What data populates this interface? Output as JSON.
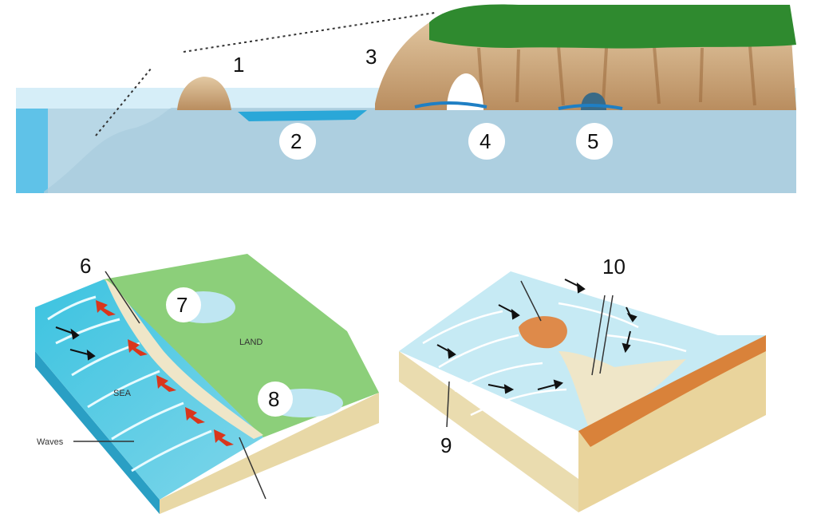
{
  "top_diagram": {
    "labels": {
      "n1": "1",
      "n2": "2",
      "n3": "3",
      "n4": "4",
      "n5": "5"
    }
  },
  "bottom_left_diagram": {
    "labels": {
      "n6": "6",
      "n7": "7",
      "n8": "8",
      "land": "LAND",
      "sea": "SEA",
      "waves": "Waves"
    }
  },
  "bottom_right_diagram": {
    "labels": {
      "n9": "9",
      "n10": "10"
    }
  },
  "colors": {
    "sea": "#8fd3e6",
    "sea_dark": "#2fb6d6",
    "land_green": "#8ccf7a",
    "cliff": "#c9a27a",
    "sand": "#efe6c8",
    "arrow_red": "#d9361c"
  }
}
